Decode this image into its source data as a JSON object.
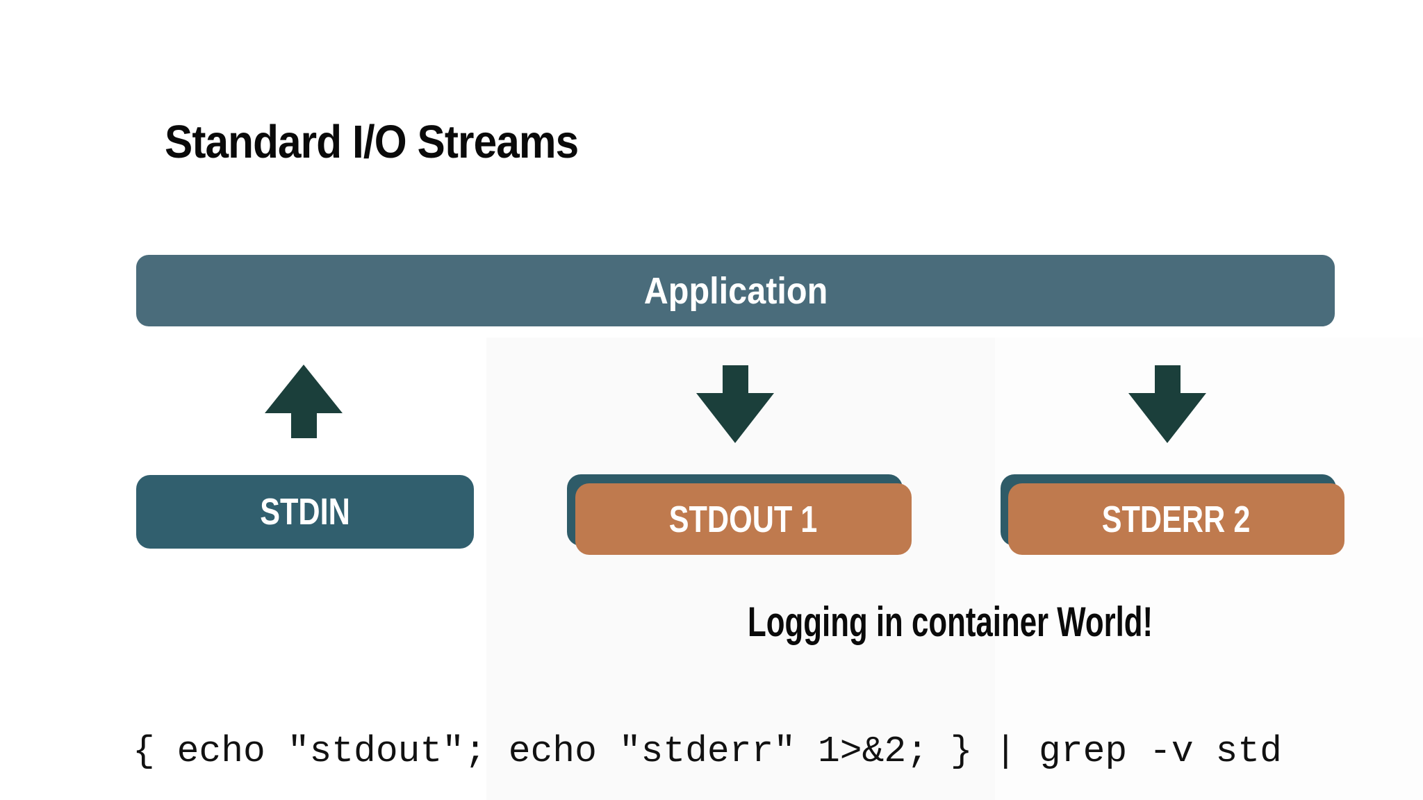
{
  "title": "Standard I/O Streams",
  "diagram": {
    "application": {
      "label": "Application"
    },
    "stdin": {
      "label": "STDIN"
    },
    "stdout": {
      "label": "STDOUT 1"
    },
    "stderr": {
      "label": "STDERR 2"
    },
    "arrows": [
      {
        "name": "stdin-to-application",
        "direction": "up"
      },
      {
        "name": "application-to-stdout",
        "direction": "down"
      },
      {
        "name": "application-to-stderr",
        "direction": "down"
      }
    ],
    "caption": "Logging in container World!",
    "command": "{ echo \"stdout\"; echo \"stderr\" 1>&2; } | grep -v std"
  },
  "colors": {
    "app-bar": "#4a6c7b",
    "stdin-box": "#315f6e",
    "shadow-teal": "#2e5b68",
    "orange-box": "#bf7a4e",
    "arrow": "#1b3f3b",
    "title-text": "#0a0a0a",
    "label-text": "#ffffff"
  }
}
